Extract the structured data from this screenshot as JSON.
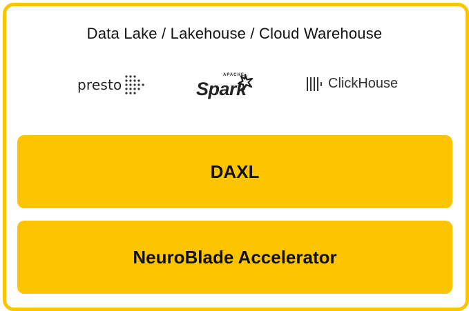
{
  "title": "Data Lake / Lakehouse / Cloud Warehouse",
  "logos": {
    "presto": "presto",
    "spark_apache": "APACHE",
    "spark": "Spark",
    "clickhouse": "ClickHouse"
  },
  "layers": {
    "daxl": "DAXL",
    "accelerator": "NeuroBlade Accelerator"
  },
  "colors": {
    "accent": "#FDC400",
    "text": "#111111",
    "background": "#ffffff"
  }
}
